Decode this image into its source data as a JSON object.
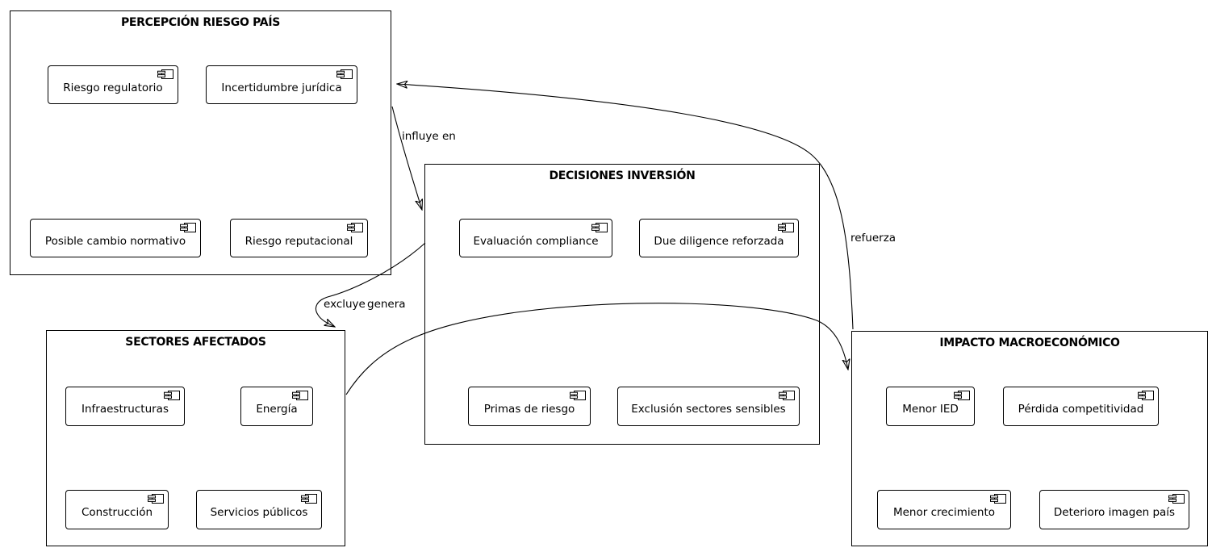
{
  "diagram": {
    "type": "uml-component-diagram",
    "colors": {
      "background": "#ffffff",
      "stroke": "#000000",
      "text": "#000000",
      "node_fill": "#ffffff"
    },
    "groups": [
      {
        "title": "PERCEPCIÓN RIESGO PAÍS",
        "components": [
          "Riesgo regulatorio",
          "Incertidumbre jurídica",
          "Posible cambio normativo",
          "Riesgo reputacional"
        ]
      },
      {
        "title": "DECISIONES INVERSIÓN",
        "components": [
          "Evaluación compliance",
          "Due diligence reforzada",
          "Primas de riesgo",
          "Exclusión sectores sensibles"
        ]
      },
      {
        "title": "SECTORES AFECTADOS",
        "components": [
          "Infraestructuras",
          "Energía",
          "Construcción",
          "Servicios públicos"
        ]
      },
      {
        "title": "IMPACTO MACROECONÓMICO",
        "components": [
          "Menor IED",
          "Pérdida competitividad",
          "Menor crecimiento",
          "Deterioro imagen país"
        ]
      }
    ],
    "edges": [
      {
        "label": "influye en",
        "from": "PERCEPCIÓN RIESGO PAÍS",
        "to": "DECISIONES INVERSIÓN"
      },
      {
        "label": "excluye",
        "from": "DECISIONES INVERSIÓN",
        "to": "SECTORES AFECTADOS"
      },
      {
        "label": "genera",
        "from": "SECTORES AFECTADOS",
        "to": "IMPACTO MACROECONÓMICO"
      },
      {
        "label": "refuerza",
        "from": "IMPACTO MACROECONÓMICO",
        "to": "PERCEPCIÓN RIESGO PAÍS"
      }
    ]
  }
}
